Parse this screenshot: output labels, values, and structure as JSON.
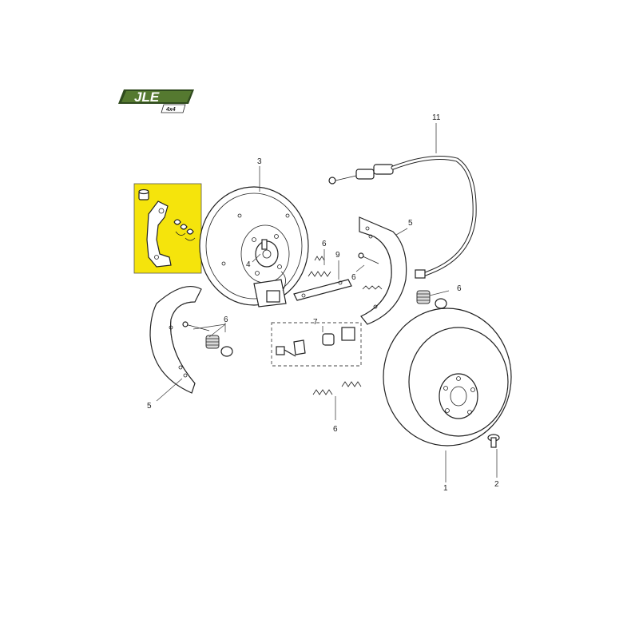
{
  "logo": {
    "brand_text": "JLE",
    "sub_text": "4x4",
    "color_dark": "#2f4a1e",
    "color_light": "#6f9a3c"
  },
  "inset": {
    "background": "#f5e40c"
  },
  "callouts": [
    {
      "id": "c11",
      "text": "11"
    },
    {
      "id": "c3",
      "text": "3"
    },
    {
      "id": "c4",
      "text": "4"
    },
    {
      "id": "c5a",
      "text": "5"
    },
    {
      "id": "c6a",
      "text": "6"
    },
    {
      "id": "c9",
      "text": "9"
    },
    {
      "id": "c6b",
      "text": "6"
    },
    {
      "id": "c6c",
      "text": "6"
    },
    {
      "id": "c7",
      "text": "7"
    },
    {
      "id": "c6d",
      "text": "6"
    },
    {
      "id": "c5b",
      "text": "5"
    },
    {
      "id": "c6e",
      "text": "6"
    },
    {
      "id": "c1",
      "text": "1"
    },
    {
      "id": "c2",
      "text": "2"
    }
  ]
}
